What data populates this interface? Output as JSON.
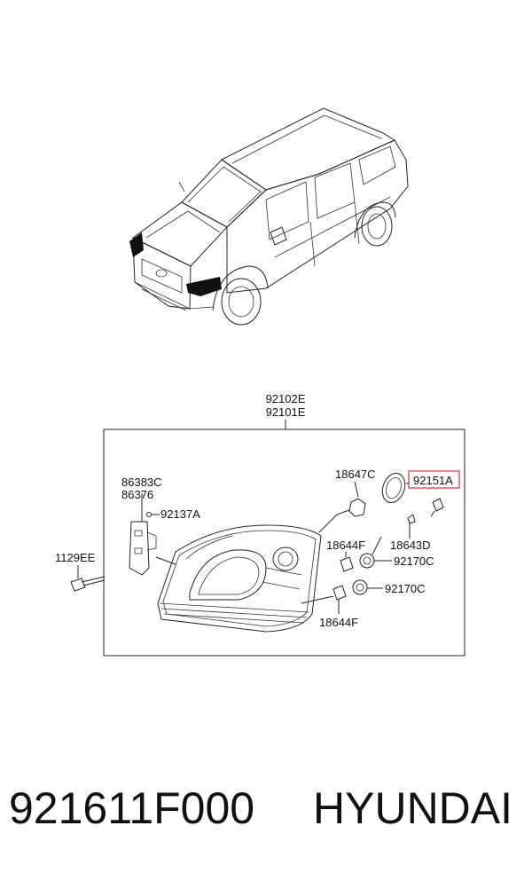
{
  "assembly": {
    "code_top": "92102E",
    "code_bottom": "92101E"
  },
  "callouts": {
    "c86383C": "86383C",
    "c86376": "86376",
    "c92137A": "92137A",
    "c1129EE": "1129EE",
    "c18647C": "18647C",
    "c92151A": "92151A",
    "c18644F_top": "18644F",
    "c18643D": "18643D",
    "c92170C_top": "92170C",
    "c92170C_bottom": "92170C",
    "c18644F_bottom": "18644F"
  },
  "highlight_color": "#e0303a",
  "footer": {
    "part_number": "921611F000",
    "brand": "HYUNDAI"
  }
}
